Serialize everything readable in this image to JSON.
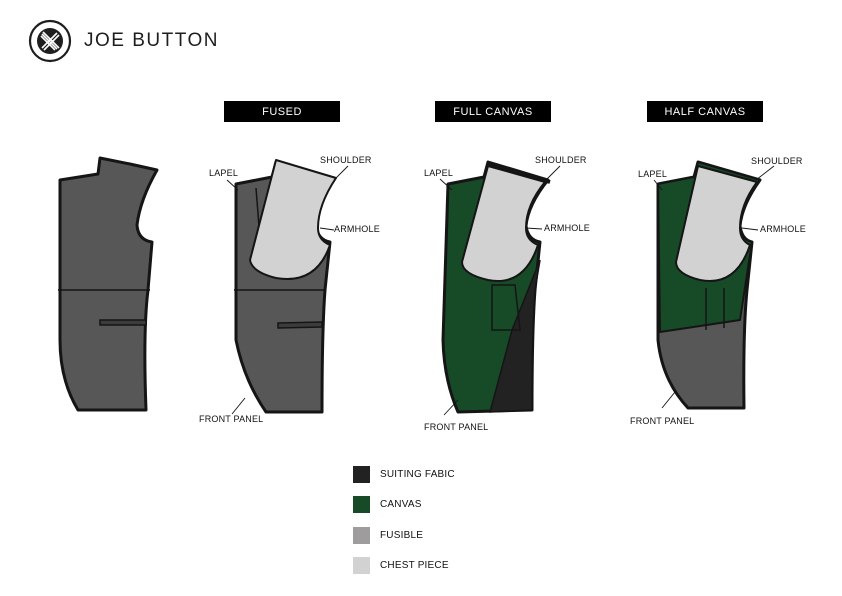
{
  "brand": {
    "name": "JOE BUTTON",
    "logo_icon": "crossed-stripes-badge-icon"
  },
  "panels": [
    {
      "key": "fused",
      "title": "FUSED",
      "labels": {
        "lapel": "LAPEL",
        "shoulder": "SHOULDER",
        "armhole": "ARMHOLE",
        "front_panel": "FRONT PANEL"
      }
    },
    {
      "key": "full_canvas",
      "title": "FULL CANVAS",
      "labels": {
        "lapel": "LAPEL",
        "shoulder": "SHOULDER",
        "armhole": "ARMHOLE",
        "front_panel": "FRONT PANEL"
      }
    },
    {
      "key": "half_canvas",
      "title": "HALF CANVAS",
      "labels": {
        "lapel": "LAPEL",
        "shoulder": "SHOULDER",
        "armhole": "ARMHOLE",
        "front_panel": "FRONT PANEL"
      }
    }
  ],
  "legend": [
    {
      "label": "SUITING FABIC",
      "color": "#222222"
    },
    {
      "label": "CANVAS",
      "color": "#174a27"
    },
    {
      "label": "FUSIBLE",
      "color": "#9e9c9c"
    },
    {
      "label": "CHEST PIECE",
      "color": "#d2d2d2"
    }
  ],
  "colors": {
    "suit_panel": "#575757",
    "outline": "#151515",
    "canvas": "#174a27",
    "chest_piece": "#d2d2d2",
    "suiting_fabric": "#222222"
  }
}
